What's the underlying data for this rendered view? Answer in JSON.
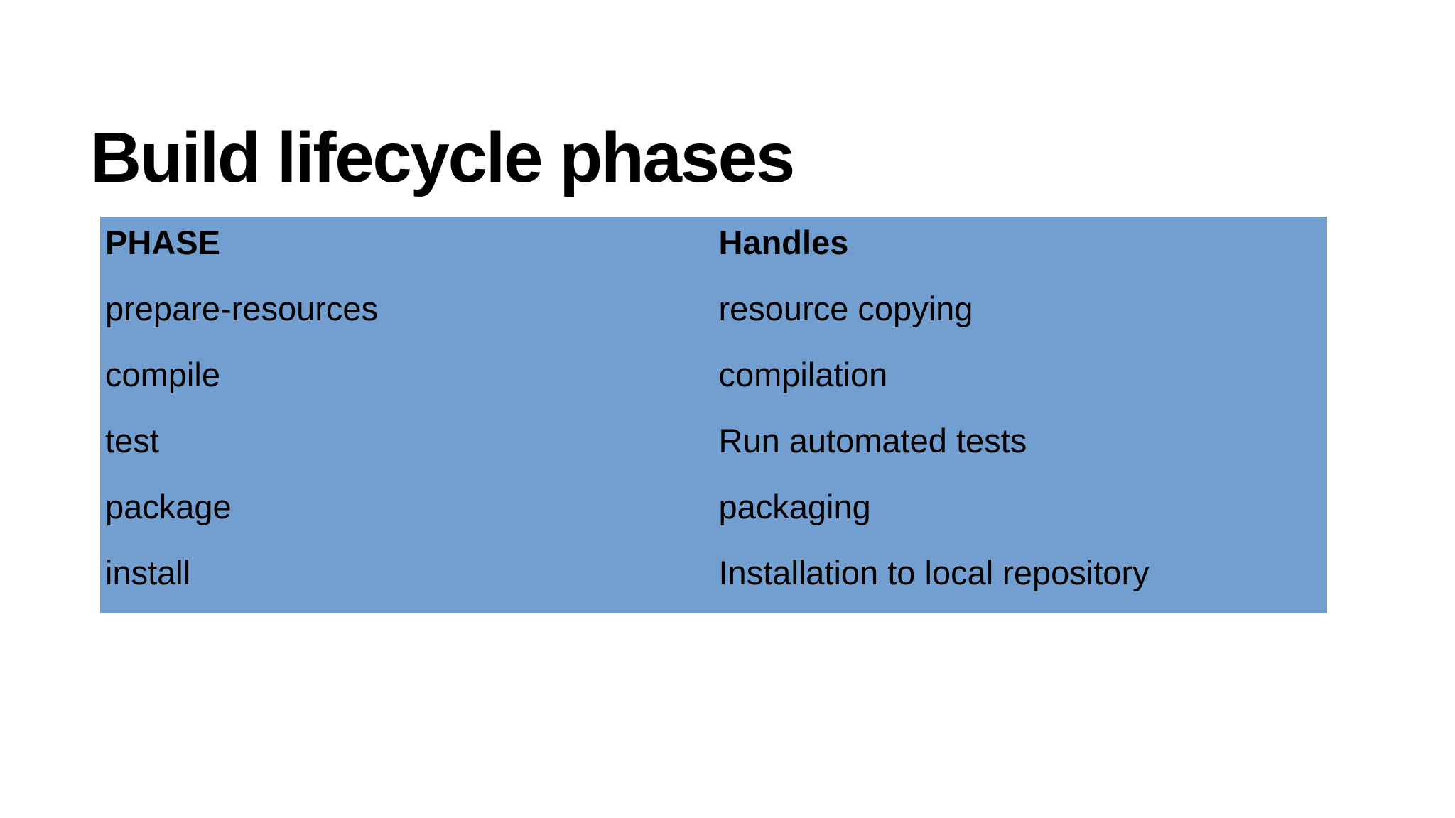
{
  "slide": {
    "title": "Build lifecycle phases",
    "table": {
      "background_color": "#729FCF",
      "text_color": "#000000",
      "columns": [
        "PHASE",
        "Handles"
      ],
      "rows": [
        [
          "prepare-resources",
          "resource copying"
        ],
        [
          "compile",
          "compilation"
        ],
        [
          "test",
          "Run automated tests"
        ],
        [
          "package",
          "packaging"
        ],
        [
          "install",
          "Installation to local repository"
        ]
      ]
    }
  }
}
